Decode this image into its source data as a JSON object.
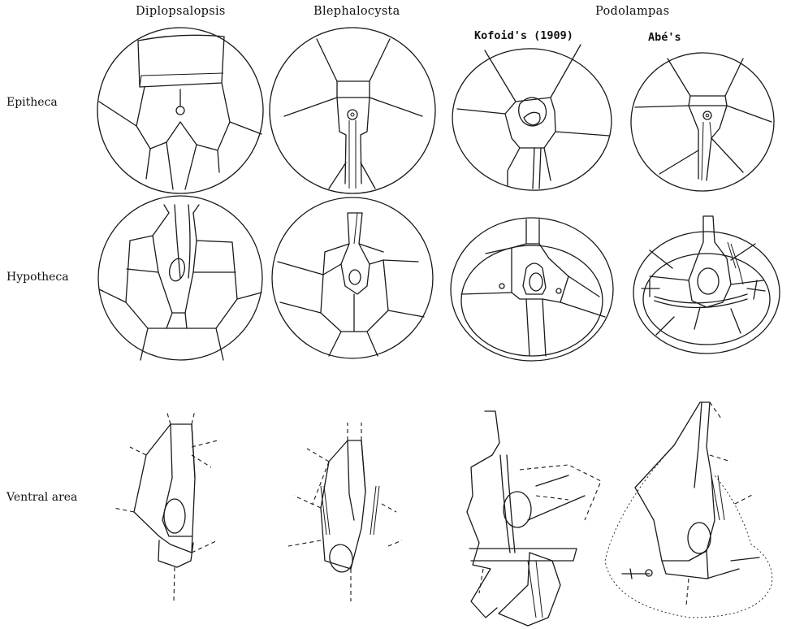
{
  "columns": {
    "diplopsalopsis": "Diplopsalopsis",
    "blephalocysta": "Blephalocysta",
    "podolampas": "Podolampas",
    "kofoid": "Kofoid's (1909)",
    "abe": "Abé's"
  },
  "rows": {
    "epitheca": "Epitheca",
    "hypotheca": "Hypotheca",
    "ventral_area": "Ventral area"
  },
  "colors": {
    "ink": "#1a1a1a",
    "paper": "#ffffff"
  }
}
